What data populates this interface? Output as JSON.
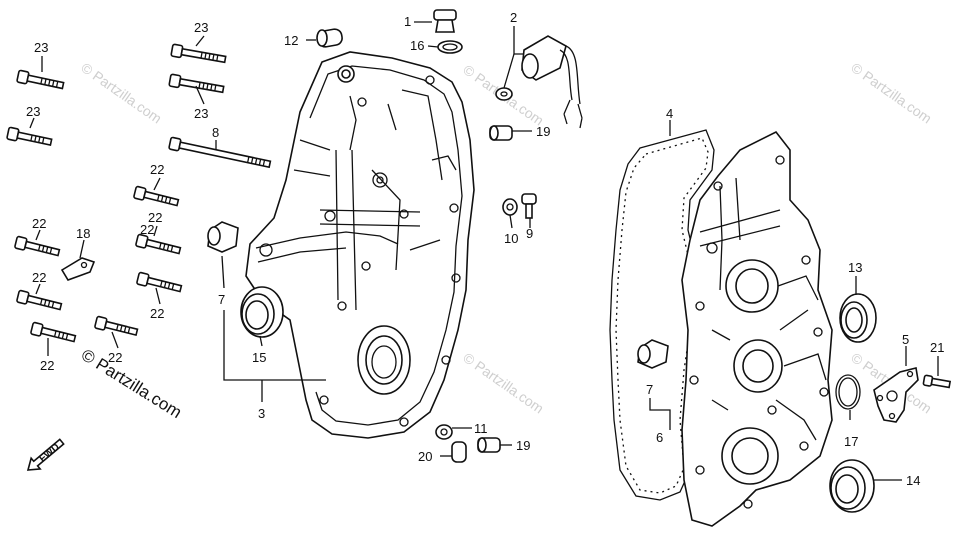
{
  "copyright": "© Partzilla.com",
  "watermark": "© Partzilla.com",
  "fwd_label": "FWD",
  "callouts": [
    "1",
    "2",
    "3",
    "4",
    "5",
    "6",
    "7",
    "7",
    "8",
    "9",
    "10",
    "11",
    "12",
    "13",
    "14",
    "15",
    "16",
    "17",
    "18",
    "19",
    "19",
    "20",
    "21",
    "22",
    "22",
    "22",
    "22",
    "22",
    "22",
    "22",
    "22",
    "23",
    "23",
    "23",
    "23"
  ]
}
